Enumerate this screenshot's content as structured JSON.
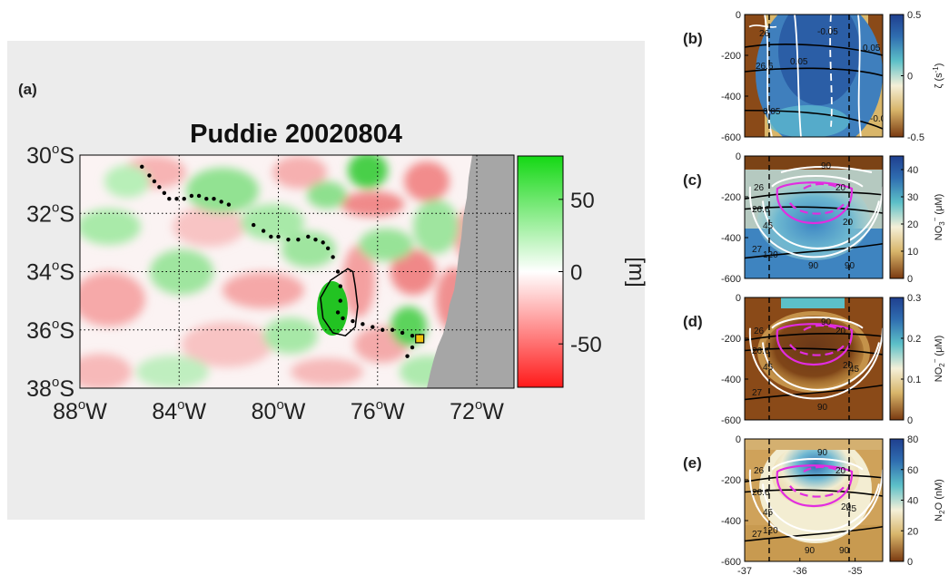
{
  "chart_data": [
    {
      "panel": "a",
      "type": "heatmap",
      "panel_label": "(a)",
      "title": "Puddie  20020804",
      "x_ticks": [
        {
          "value": -88,
          "label": "88",
          "suffix": "W"
        },
        {
          "value": -84,
          "label": "84",
          "suffix": "W"
        },
        {
          "value": -80,
          "label": "80",
          "suffix": "W"
        },
        {
          "value": -76,
          "label": "76",
          "suffix": "W"
        },
        {
          "value": -72,
          "label": "72",
          "suffix": "W"
        }
      ],
      "y_ticks": [
        {
          "value": -30,
          "label": "30",
          "suffix": "S"
        },
        {
          "value": -32,
          "label": "32",
          "suffix": "S"
        },
        {
          "value": -34,
          "label": "34",
          "suffix": "S"
        },
        {
          "value": -36,
          "label": "36",
          "suffix": "S"
        },
        {
          "value": -38,
          "label": "38",
          "suffix": "S"
        }
      ],
      "xlim": [
        -88,
        -70.5
      ],
      "ylim": [
        -38,
        -30
      ],
      "grid": true,
      "colorbar": {
        "label": "[m]",
        "ticks": [
          {
            "value": 50,
            "label": "50"
          },
          {
            "value": 0,
            "label": "0"
          },
          {
            "value": -50,
            "label": "-50"
          }
        ],
        "range": [
          -80,
          80
        ],
        "colors": [
          "#ff1a1a",
          "#ffffff",
          "#14d814"
        ]
      },
      "land_color": "#a6a6a6",
      "track_points": [
        [
          -85.5,
          -30.4
        ],
        [
          -85.2,
          -30.7
        ],
        [
          -85.0,
          -30.9
        ],
        [
          -84.8,
          -31.1
        ],
        [
          -84.6,
          -31.3
        ],
        [
          -84.4,
          -31.5
        ],
        [
          -84.1,
          -31.5
        ],
        [
          -83.8,
          -31.5
        ],
        [
          -83.5,
          -31.4
        ],
        [
          -83.2,
          -31.4
        ],
        [
          -82.9,
          -31.5
        ],
        [
          -82.6,
          -31.5
        ],
        [
          -82.3,
          -31.6
        ],
        [
          -82.0,
          -31.7
        ],
        [
          -81.0,
          -32.4
        ],
        [
          -80.6,
          -32.6
        ],
        [
          -80.3,
          -32.8
        ],
        [
          -80.0,
          -32.8
        ],
        [
          -79.6,
          -32.9
        ],
        [
          -79.2,
          -32.9
        ],
        [
          -78.8,
          -32.8
        ],
        [
          -78.5,
          -32.9
        ],
        [
          -78.2,
          -33.0
        ],
        [
          -78.0,
          -33.2
        ],
        [
          -77.8,
          -33.5
        ],
        [
          -77.6,
          -34.0
        ],
        [
          -77.5,
          -34.5
        ],
        [
          -77.5,
          -35.0
        ],
        [
          -77.6,
          -35.4
        ],
        [
          -77.4,
          -35.6
        ],
        [
          -77.0,
          -35.7
        ],
        [
          -76.6,
          -35.8
        ],
        [
          -76.2,
          -35.9
        ],
        [
          -75.8,
          -36.0
        ],
        [
          -75.4,
          -36.0
        ],
        [
          -75.0,
          -36.1
        ],
        [
          -74.6,
          -36.2
        ],
        [
          -74.3,
          -36.2
        ],
        [
          -74.6,
          -36.6
        ],
        [
          -74.8,
          -36.9
        ]
      ],
      "eddy_contour": [
        [
          -77.2,
          -33.9
        ],
        [
          -77.9,
          -34.3
        ],
        [
          -78.3,
          -34.9
        ],
        [
          -78.2,
          -35.6
        ],
        [
          -77.8,
          -36.1
        ],
        [
          -77.3,
          -36.2
        ],
        [
          -76.9,
          -35.9
        ],
        [
          -76.8,
          -35.2
        ],
        [
          -76.9,
          -34.5
        ],
        [
          -77.0,
          -34.0
        ]
      ],
      "marker_box": [
        -74.3,
        -36.3
      ]
    },
    {
      "panel": "b",
      "type": "heatmap",
      "panel_label": "(b)",
      "colorbar": {
        "label_parts": [
          "ζ (s",
          "-1",
          ")"
        ],
        "ticks": [
          {
            "value": 0.5,
            "label": "0.5"
          },
          {
            "value": 0,
            "label": "0"
          },
          {
            "value": -0.5,
            "label": "-0.5"
          }
        ],
        "range": [
          -0.5,
          0.5
        ],
        "colors": [
          "#7a3a10",
          "#d8b56a",
          "#f5f0d8",
          "#5cc0c8",
          "#2f6db0",
          "#1f3f8f"
        ]
      },
      "y_ticks": [
        0,
        -200,
        -400,
        -600
      ],
      "contour_labels": [
        "26",
        "26.6",
        "-0.05",
        "0.05",
        "0.05",
        "0.05",
        "-0.05"
      ],
      "show_x_ticks": false
    },
    {
      "panel": "c",
      "type": "heatmap",
      "panel_label": "(c)",
      "colorbar": {
        "label_parts": [
          "NO",
          "3",
          "−",
          " (μM)"
        ],
        "ticks": [
          {
            "value": 40,
            "label": "40"
          },
          {
            "value": 30,
            "label": "30"
          },
          {
            "value": 20,
            "label": "20"
          },
          {
            "value": 10,
            "label": "10"
          },
          {
            "value": 0,
            "label": "0"
          }
        ],
        "range": [
          0,
          45
        ],
        "colors": [
          "#7a3a10",
          "#d8b56a",
          "#f5f0d8",
          "#5cc0c8",
          "#2f6db0",
          "#1f3f8f"
        ]
      },
      "y_ticks": [
        0,
        -200,
        -400,
        -600
      ],
      "contour_labels": [
        "90",
        "20",
        "20",
        "45",
        "120",
        "26",
        "26.6",
        "27",
        "90",
        "90"
      ],
      "show_x_ticks": false
    },
    {
      "panel": "d",
      "type": "heatmap",
      "panel_label": "(d)",
      "colorbar": {
        "label_parts": [
          "NO",
          "2",
          "−",
          " (μM)"
        ],
        "ticks": [
          {
            "value": 0.3,
            "label": "0.3"
          },
          {
            "value": 0.2,
            "label": "0.2"
          },
          {
            "value": 0.1,
            "label": "0.1"
          },
          {
            "value": 0,
            "label": "0"
          }
        ],
        "range": [
          0,
          0.3
        ],
        "colors": [
          "#7a3a10",
          "#d8b56a",
          "#f5f0d8",
          "#5cc0c8",
          "#2f6db0",
          "#1f3f8f"
        ]
      },
      "y_ticks": [
        0,
        -200,
        -400,
        -600
      ],
      "contour_labels": [
        "90",
        "20",
        "20",
        "45",
        "45",
        "26",
        "26.6",
        "27",
        "90"
      ],
      "show_x_ticks": false
    },
    {
      "panel": "e",
      "type": "heatmap",
      "panel_label": "(e)",
      "colorbar": {
        "label_parts": [
          "N",
          "2",
          "",
          "O (nM)"
        ],
        "ticks": [
          {
            "value": 80,
            "label": "80"
          },
          {
            "value": 60,
            "label": "60"
          },
          {
            "value": 40,
            "label": "40"
          },
          {
            "value": 20,
            "label": "20"
          },
          {
            "value": 0,
            "label": "0"
          }
        ],
        "range": [
          0,
          80
        ],
        "colors": [
          "#7a3a10",
          "#d8b56a",
          "#f5f0d8",
          "#5cc0c8",
          "#2f6db0",
          "#1f3f8f"
        ]
      },
      "y_ticks": [
        0,
        -200,
        -400,
        -600
      ],
      "x_ticks": [
        -37,
        -36,
        -35
      ],
      "xlim": [
        -37,
        -34.5
      ],
      "contour_labels": [
        "90",
        "20",
        "20",
        "45",
        "45",
        "26",
        "26.6",
        "27",
        "90",
        "90",
        "120"
      ],
      "show_x_ticks": true
    }
  ]
}
